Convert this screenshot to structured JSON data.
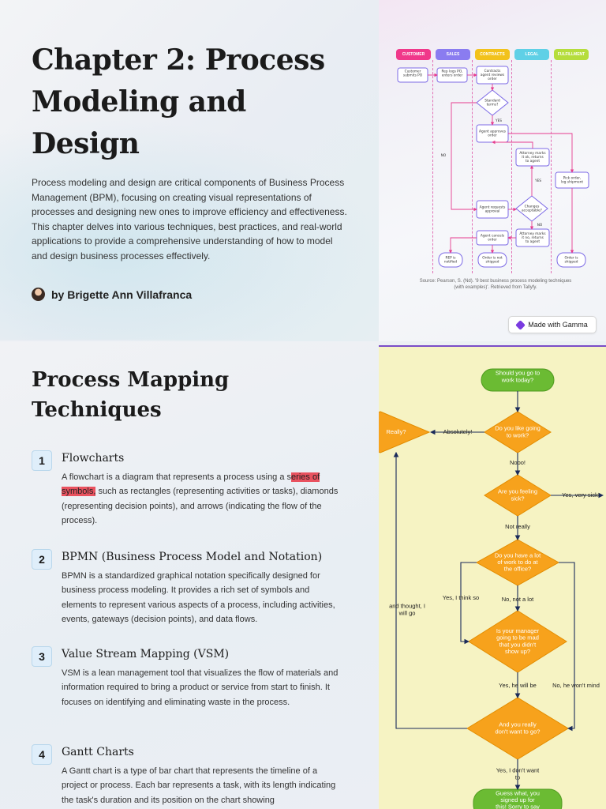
{
  "slide1": {
    "title": "Chapter 2: Process Modeling and Design",
    "paragraph": "Process modeling and design are critical components of Business Process Management (BPM), focusing on creating visual representations of processes and designing new ones to improve efficiency and effectiveness. This chapter delves into various techniques, best practices, and real-world applications to provide a comprehensive understanding of how to model and design business processes effectively.",
    "author": "by Brigette Ann Villafranca",
    "diagram": {
      "lanes": [
        {
          "label": "CUSTOMER",
          "color": "#f0388a"
        },
        {
          "label": "SALES",
          "color": "#8a7cf0"
        },
        {
          "label": "CONTRACTS",
          "color": "#f2c21b"
        },
        {
          "label": "LEGAL",
          "color": "#5fd0e6"
        },
        {
          "label": "FULFILLMENT",
          "color": "#b5dd3c"
        }
      ],
      "nodes": {
        "customer_po": "Customer submits PO",
        "rep_logs": "Rep logs PO, enters order",
        "contracts_review": "Contracts agent reviews order",
        "standard_terms": "Standard terms?",
        "agent_approves": "Agent approves order",
        "attorney_ok": "Attorney marks it ok, returns to agent",
        "pick_order": "Pick order, log shipment",
        "agent_requests": "Agent requests approval",
        "changes_acceptable": "Changes acceptable?",
        "attorney_no": "Attorney marks it no, returns to agent",
        "agent_cancels": "Agent cancels order",
        "rep_notified": "REP is notified",
        "order_not_shipped": "Order is not shipped",
        "order_shipped": "Order is shipped"
      },
      "edge_labels": {
        "yes1": "YES",
        "no1": "NO",
        "yes2": "YES",
        "no2": "NO"
      }
    },
    "source": "Source: Pearson, S. (Nd). '9 best business process modeling techniques (with examples)'. Retrieved from Tallyfy.",
    "badge": "Made with Gamma"
  },
  "slide2": {
    "title": "Process Mapping Techniques",
    "items": [
      {
        "num": "1",
        "title": "Flowcharts",
        "body_pre": "A flowchart is a diagram that represents a process using a s",
        "body_hl": "eries of symbols,",
        "body_post": " such as rectangles (representing activities or tasks), diamonds (representing decision points), and arrows (indicating the flow of the process)."
      },
      {
        "num": "2",
        "title": "BPMN (Business Process Model and Notation)",
        "body": "BPMN is a standardized graphical notation specifically designed for business process modeling. It provides a rich set of symbols and elements to represent various aspects of a process, including activities, events, gateways (decision points), and data flows."
      },
      {
        "num": "3",
        "title": "Value Stream Mapping (VSM)",
        "body": "VSM is a lean management tool that visualizes the flow of materials and information required to bring a product or service from start to finish. It focuses on identifying and eliminating waste in the process."
      },
      {
        "num": "4",
        "title": "Gantt Charts",
        "body": "A Gantt chart is a type of bar chart that represents the timeline of a project or process. Each bar represents a task, with its length indicating the task's duration and its position on the chart showing"
      }
    ],
    "flow": {
      "start": "Should you go to work today?",
      "q1": "Do you like going to work?",
      "really": "Really?",
      "absolutely": "Absolutely!",
      "nooo": "Nooo!",
      "q2": "Are you feeling sick?",
      "yes_very_sick": "Yes, very sick!",
      "not_really": "Not really",
      "q3": "Do you have a lot of work to do at the office?",
      "yes_think": "Yes, I think so",
      "no_not_lot": "No, not a lot",
      "thought": "and thought, I will go",
      "q4": "Is your manager going to be mad that you didn't show up?",
      "yes_he_will": "Yes, he will be",
      "no_he_wont": "No, he won't mind",
      "q5": "And you really don't want to go?",
      "yes_dont_want": "Yes, I don't want to",
      "end": "Guess what, you signed up for this! Sorry to say"
    }
  }
}
